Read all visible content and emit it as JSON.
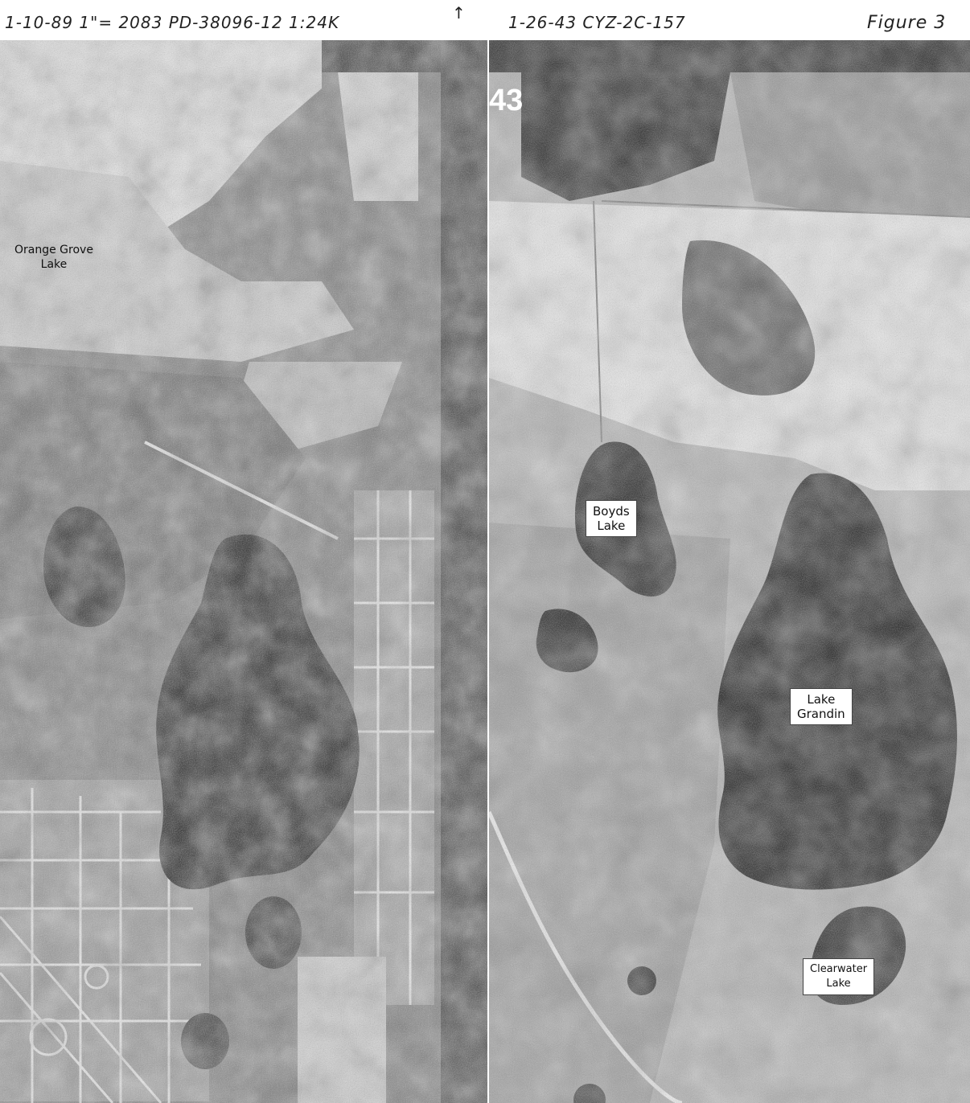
{
  "header": {
    "left_note": "1-10-89 1\"= 2083  PD-38096-12  1:24K",
    "arrow": "↑",
    "center_note": "1-26-43  CYZ-2C-157",
    "figure": "Figure 3"
  },
  "left_photo": {
    "label_orange_grove_line1": "Orange Grove",
    "label_orange_grove_line2": "Lake"
  },
  "right_photo": {
    "frame_number": "43",
    "label_boyds_line1": "Boyds",
    "label_boyds_line2": "Lake",
    "label_grandin_line1": "Lake",
    "label_grandin_line2": "Grandin",
    "label_clearwater_line1": "Clearwater",
    "label_clearwater_line2": "Lake"
  }
}
